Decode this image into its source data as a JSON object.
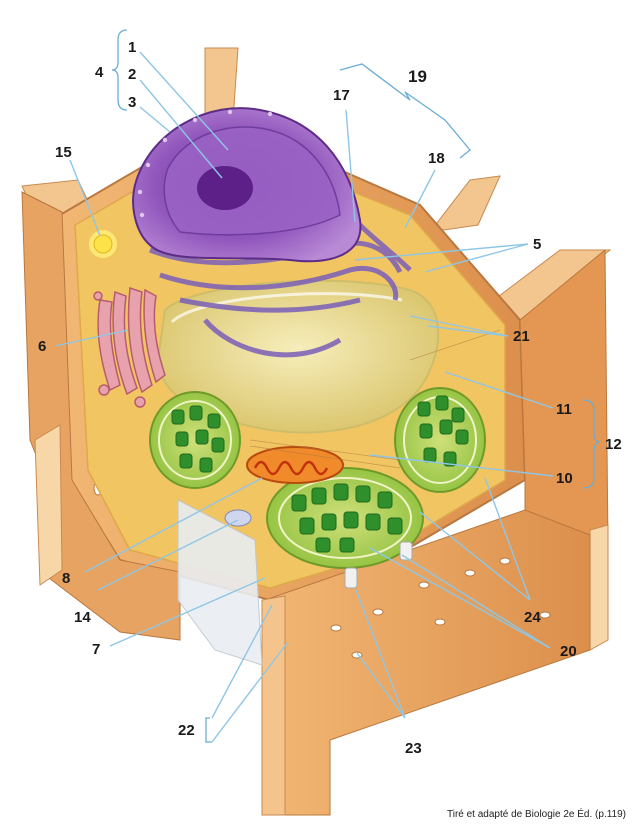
{
  "caption": "Tiré et adapté de Biologie 2e Éd. (p.119)",
  "labels": {
    "n1": "1",
    "n2": "2",
    "n3": "3",
    "n4": "4",
    "n5": "5",
    "n6": "6",
    "n7": "7",
    "n8": "8",
    "n10": "10",
    "n11": "11",
    "n12": "12",
    "n14": "14",
    "n15": "15",
    "n17": "17",
    "n18": "18",
    "n19": "19",
    "n20": "20",
    "n21": "21",
    "n22": "22",
    "n23": "23",
    "n24": "24"
  },
  "colors": {
    "wall": "#e8a05e",
    "wall_light": "#f5c48c",
    "cytoplasm": "#f4c96a",
    "nucleus": "#8b4fb0",
    "er": "#8f73c6",
    "vacuole": "#efe7a8",
    "chloroplast": "#4da83a",
    "mitochondrion": "#e0541e",
    "golgi": "#d98a9a",
    "leader": "#8fc6e6"
  }
}
